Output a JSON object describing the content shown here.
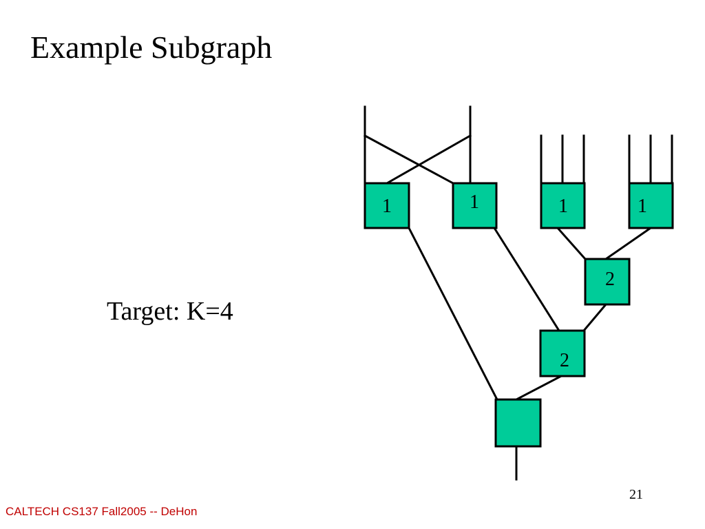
{
  "slide": {
    "title": "Example Subgraph",
    "target_label": "Target: K=4",
    "page_number": "21",
    "footer": "CALTECH CS137 Fall2005 -- DeHon",
    "footer_color": "#C00000"
  },
  "diagram": {
    "node_fill": "#00CC99",
    "nodes": [
      {
        "id": "n1",
        "label": "1"
      },
      {
        "id": "n2",
        "label": "1"
      },
      {
        "id": "n3",
        "label": "1"
      },
      {
        "id": "n4",
        "label": "1"
      },
      {
        "id": "n5",
        "label": "2"
      },
      {
        "id": "n6",
        "label": "2"
      },
      {
        "id": "n7",
        "label": ""
      }
    ]
  }
}
